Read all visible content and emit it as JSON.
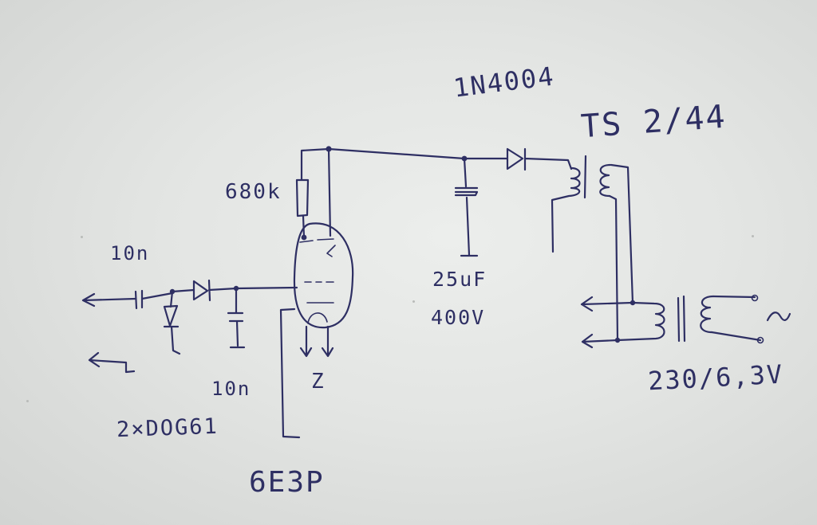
{
  "labels": {
    "diode_part": "1N4004",
    "transformer_part": "TS 2/44",
    "resistor_value": "680k",
    "input_cap_value": "10n",
    "filter_cap_value": "25uF",
    "filter_cap_voltage": "400V",
    "detector_cap_value": "10n",
    "detector_diodes": "2×DOG61",
    "tube_part": "6E3P",
    "filament_mark": "Z",
    "heater_transformer": "230/6,3V",
    "ac_symbol": "~"
  },
  "colors": {
    "ink": "#2e2f63",
    "paper": "#e3e5e3"
  }
}
